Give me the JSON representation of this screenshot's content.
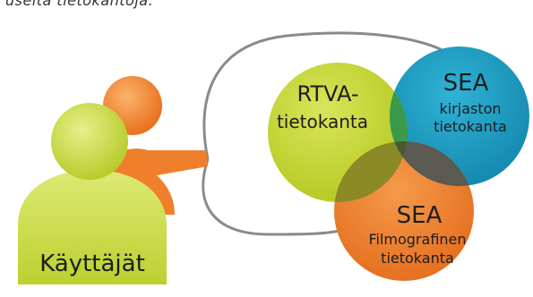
{
  "caption": "useita tietokantoja.",
  "users": {
    "label": "Käyttäjät"
  },
  "databases": [
    {
      "line1": "RTVA-",
      "line2": "tietokanta",
      "line3": ""
    },
    {
      "line1": "SEA",
      "line2": "kirjaston",
      "line3": "tietokanta"
    },
    {
      "line1": "SEA",
      "line2": "Filmografinen",
      "line3": "tietokanta"
    }
  ],
  "colors": {
    "user_green": "#c8dc3c",
    "user_orange": "#f07f2b",
    "circle_green": "#c3d42a",
    "circle_blue": "#1f9cc0",
    "circle_orange": "#ee7d2e",
    "overlap_green_blue": "#3a9a4a",
    "overlap_green_orange": "#8b8a26",
    "overlap_blue_orange": "#5a5a52",
    "overlap_center": "#4a5a2e",
    "connector": "#8a8a8a",
    "text_dark": "#1d1d1d",
    "text_light": "#ffffff"
  }
}
